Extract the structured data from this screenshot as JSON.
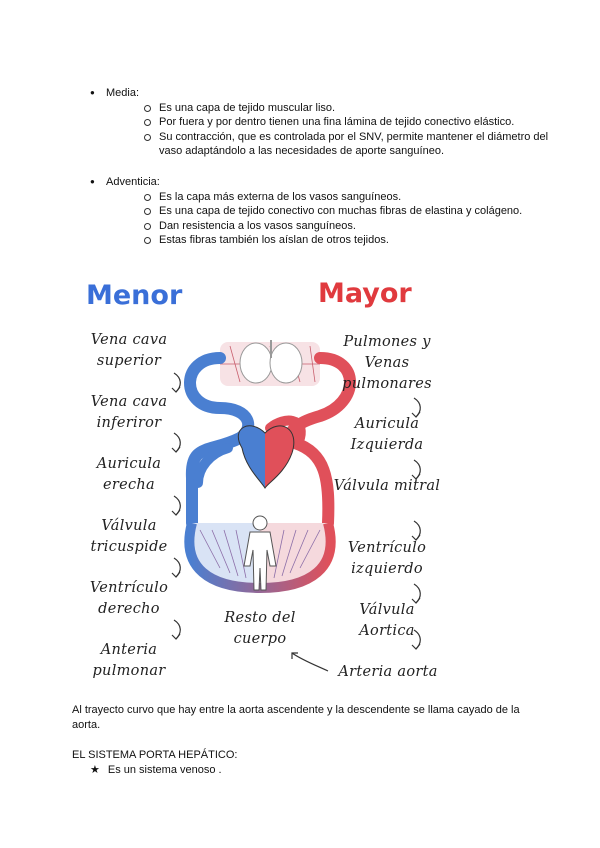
{
  "sections": [
    {
      "title": "Media:",
      "items": [
        "Es una capa de tejido muscular liso.",
        "Por fuera y por dentro tienen una fina lámina de tejido conectivo elástico.",
        "Su contracción, que es controlada por el SNV, permite mantener el diámetro del vaso adaptándolo a las necesidades de aporte sanguíneo."
      ]
    },
    {
      "title": "Adventicia:",
      "items": [
        "Es la capa más externa de los vasos sanguíneos.",
        "Es una capa de tejido conectivo con muchas fibras de elastina y colágeno.",
        "Dan resistencia a los vasos sanguíneos.",
        "Estas fibras también los aíslan de otros tejidos."
      ]
    }
  ],
  "figure": {
    "heading_left": "Menor",
    "heading_right": "Mayor",
    "left_labels": [
      "Vena cava superior",
      "Vena cava inferiror",
      "Auricula erecha",
      "Válvula tricuspide",
      "Ventrículo derecho",
      "Anteria pulmonar"
    ],
    "right_labels": [
      "Pulmones y Venas pulmonares",
      "Auricula Izquierda",
      "Válvula mitral",
      "Ventrículo izquierdo",
      "Válvula Aortica",
      "Arteria aorta"
    ],
    "center_label": "Resto del cuerpo",
    "colors": {
      "blue": "#3a6fd8",
      "red": "#e03a3e",
      "vein_blue": "#4a7fd1",
      "artery_red": "#e0505a"
    }
  },
  "paragraph": "Al trayecto curvo que hay entre la aorta ascendente y la descendente se llama cayado de la aorta.",
  "portal": {
    "title": "EL SISTEMA PORTA HEPÁTICO:",
    "items": [
      "Es un sistema venoso ."
    ]
  }
}
